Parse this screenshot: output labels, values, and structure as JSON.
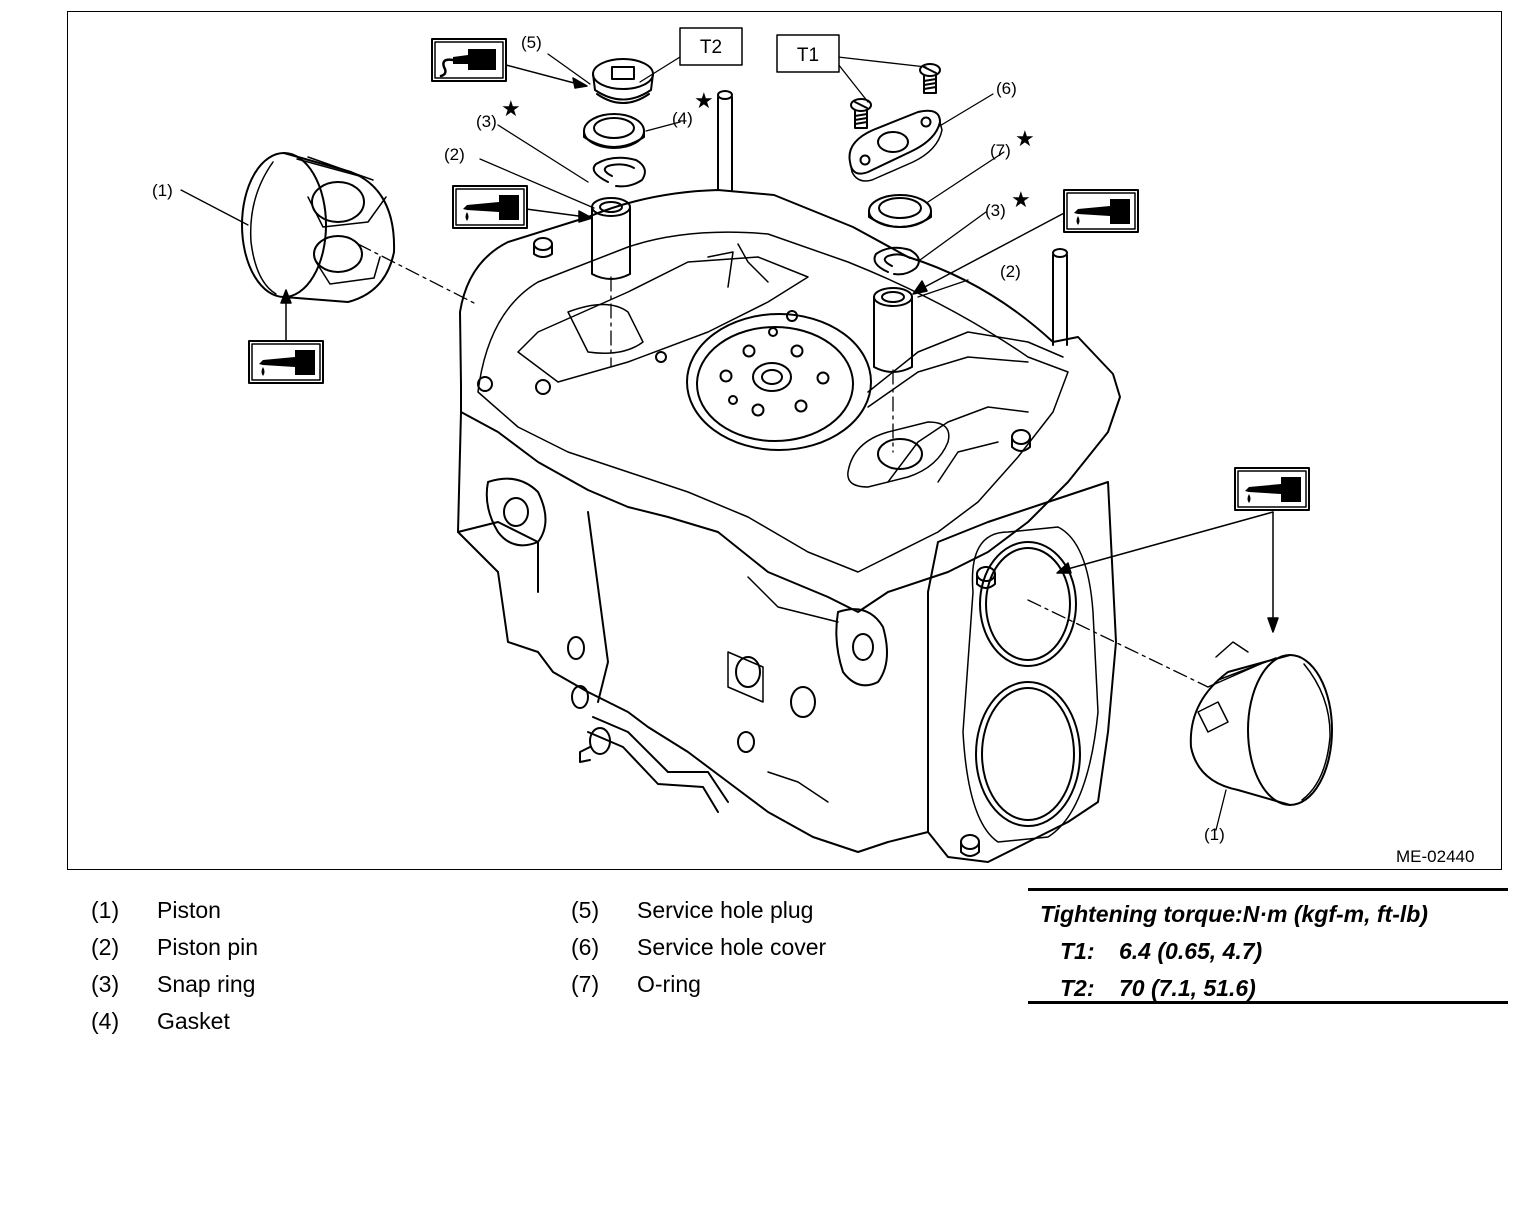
{
  "figure": {
    "code": "ME-02440",
    "callouts": {
      "piston_left": "(1)",
      "piston_right": "(1)",
      "pin_left": "(2)",
      "pin_right": "(2)",
      "snap_left": "(3)",
      "snap_right": "(3)",
      "gasket": "(4)",
      "plug": "(5)",
      "cover": "(6)",
      "oring": "(7)"
    },
    "torque_boxes": {
      "t1": "T1",
      "t2": "T2"
    },
    "star_glyph": "★",
    "icons": [
      "oil-can-icon",
      "sealant-tube-icon"
    ]
  },
  "legend": [
    {
      "num": "(1)",
      "name": "Piston"
    },
    {
      "num": "(2)",
      "name": "Piston pin"
    },
    {
      "num": "(3)",
      "name": "Snap ring"
    },
    {
      "num": "(4)",
      "name": "Gasket"
    },
    {
      "num": "(5)",
      "name": "Service hole plug"
    },
    {
      "num": "(6)",
      "name": "Service hole cover"
    },
    {
      "num": "(7)",
      "name": "O-ring"
    }
  ],
  "torque": {
    "title": "Tightening torque:N·m (kgf-m, ft-lb)",
    "rows": [
      {
        "key": "T1:",
        "value": "6.4 (0.65, 4.7)"
      },
      {
        "key": "T2:",
        "value": "70 (7.1, 51.6)"
      }
    ]
  }
}
